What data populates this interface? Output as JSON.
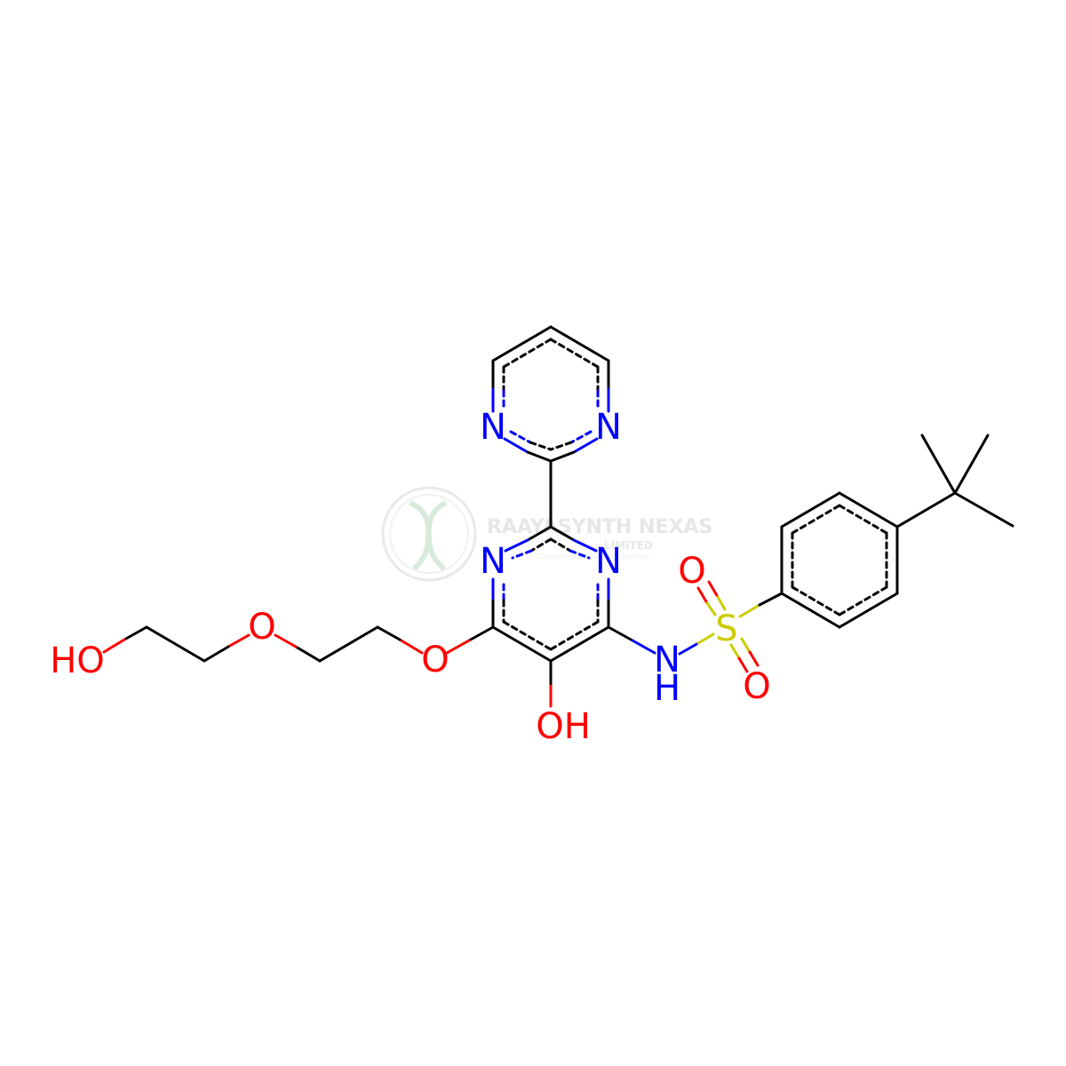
{
  "watermark": {
    "company": "RAAYASYNTH NEXAS",
    "subtitle": "LIMITED",
    "tagline": "Catalysing a Scientist's Journey"
  },
  "atom_labels": {
    "n_pyr_left": "N",
    "n_pyr_right": "N",
    "n_core_left": "N",
    "n_core_right": "N",
    "o_sulfonyl_top": "O",
    "s_sulfonyl": "S",
    "o_sulfonyl_bottom": "O",
    "nh_n": "N",
    "nh_h": "H",
    "oh_core": "OH",
    "o_ether_1": "O",
    "o_ether_2": "O",
    "ho_terminal": "HO"
  },
  "colors": {
    "carbon_bond": "#000000",
    "nitrogen": "#0000ff",
    "oxygen": "#ff0000",
    "sulfur": "#cccc00",
    "watermark": "#cfd6cf"
  }
}
